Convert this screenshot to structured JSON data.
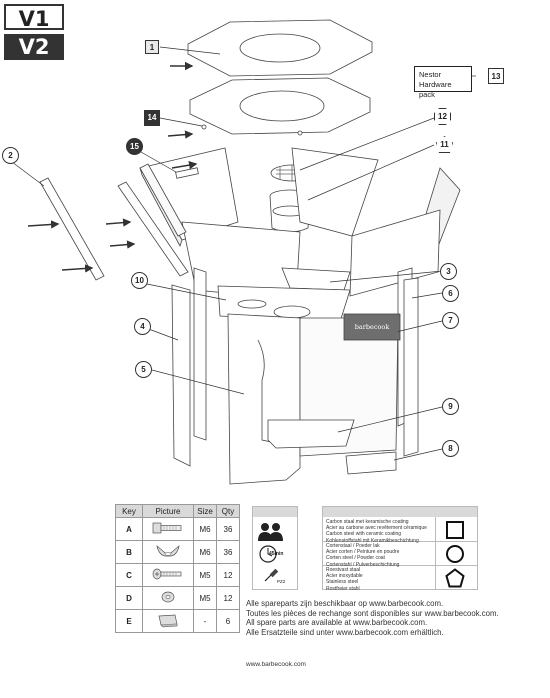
{
  "versions": {
    "v1": "V1",
    "v2": "V2"
  },
  "callouts": {
    "c1": "1",
    "c2": "2",
    "c3": "3",
    "c4": "4",
    "c5": "5",
    "c6": "6",
    "c7": "7",
    "c8": "8",
    "c9": "9",
    "c10": "10",
    "c11": "11",
    "c12": "12",
    "c13": "13",
    "c14": "14",
    "c15": "15"
  },
  "hardware_note": {
    "line1": "Nestor",
    "line2": "Hardware pack"
  },
  "brand_plate": "barbecook",
  "parts_table": {
    "headers": {
      "key": "Key",
      "picture": "Picture",
      "size": "Size",
      "qty": "Qty"
    },
    "rows": [
      {
        "key": "A",
        "size": "M6",
        "qty": "36",
        "icon": "hex-bolt-icon"
      },
      {
        "key": "B",
        "size": "M6",
        "qty": "36",
        "icon": "wing-nut-icon"
      },
      {
        "key": "C",
        "size": "M5",
        "qty": "12",
        "icon": "screw-icon"
      },
      {
        "key": "D",
        "size": "M5",
        "qty": "12",
        "icon": "washer-icon"
      },
      {
        "key": "E",
        "size": "-",
        "qty": "6",
        "icon": "cap-icon"
      }
    ]
  },
  "assembly_info": {
    "time": "45min",
    "tool": "PZ2",
    "people_icon": "two-people-icon"
  },
  "materials": {
    "square": [
      "Carbon staal met keramische coating",
      "Acier au carbone avec revêtement céramique",
      "Carbon steel with ceramic coating",
      "Kohlenstoffstahl mit Keramikbeschichtung"
    ],
    "circle": [
      "Cortenstaal / Poeder lak",
      "Acier corten / Peinture en poudre",
      "Corten steel / Powder coat",
      "Cortenstahl / Pulverbeschichtung"
    ],
    "pentagon": [
      "Roestvast staal",
      "Acier inoxydable",
      "Stainless steel",
      "Rostfreier stahl"
    ]
  },
  "spare_parts": [
    "Alle spareparts zijn beschikbaar op www.barbecook.com.",
    "Toutes les pièces de rechange sont disponibles sur www.barbecook.com.",
    "All spare parts are available at www.barbecook.com.",
    "Alle Ersatzteile sind unter www.barbecook.com erhältlich."
  ],
  "footer_url": "www.barbecook.com"
}
